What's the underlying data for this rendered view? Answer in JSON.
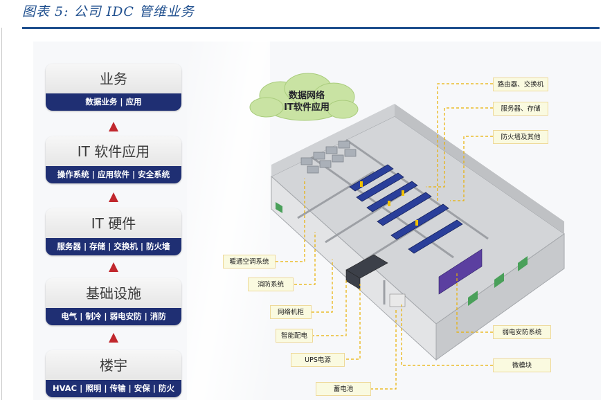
{
  "caption": "图表 5:  公司 IDC 管维业务",
  "stack": [
    {
      "title": "业务",
      "items": "数据业务 | 应用"
    },
    {
      "title": "IT 软件应用",
      "items": "操作系统 | 应用软件 | 安全系统"
    },
    {
      "title": "IT 硬件",
      "items": "服务器 | 存储 | 交换机 | 防火墙"
    },
    {
      "title": "基础设施",
      "items": "电气 | 制冷 | 弱电安防 | 消防"
    },
    {
      "title": "楼宇",
      "items": "HVAC | 照明 | 传输 | 安保 | 防火"
    }
  ],
  "cloud": {
    "line1": "数据网络",
    "line2": "IT软件应用"
  },
  "right_labels": [
    "路由器、交换机",
    "服务器、存储",
    "防火墙及其他",
    "弱电安防系统",
    "微模块"
  ],
  "left_labels": [
    "暖通空调系统",
    "消防系统",
    "网络机柜",
    "智能配电",
    "UPS电源",
    "蓄电池"
  ],
  "colors": {
    "bar": "#1f2f73",
    "arrow": "#c1272d",
    "rule": "#1f4f8e",
    "callout": "#e8b000"
  }
}
